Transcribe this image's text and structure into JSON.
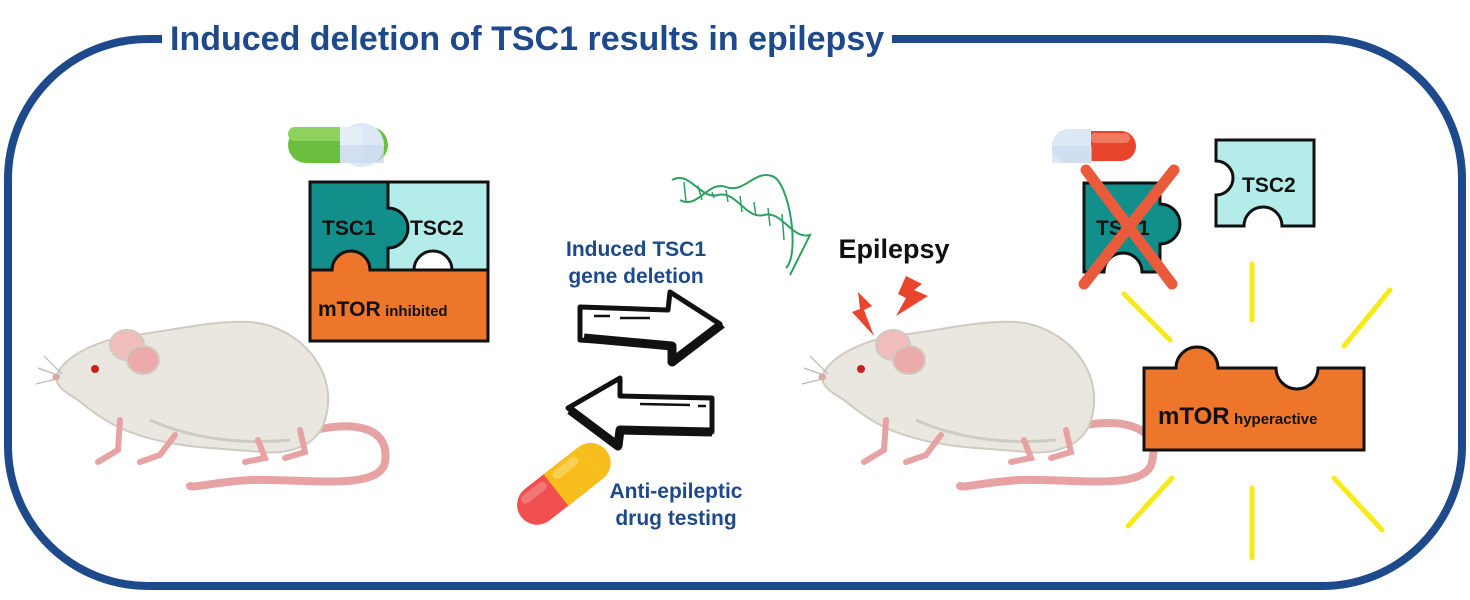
{
  "title": "Induced deletion of TSC1 results in epilepsy",
  "left_complex": {
    "tsc1": "TSC1",
    "tsc2": "TSC2",
    "mtor": "mTOR",
    "mtor_state": "inhibited"
  },
  "arrows": {
    "forward_label_line1": "Induced TSC1",
    "forward_label_line2": "gene deletion",
    "backward_label_line1": "Anti-epileptic",
    "backward_label_line2": "drug testing"
  },
  "epilepsy_label": "Epilepsy",
  "right_complex": {
    "tsc1": "TSC1",
    "tsc2": "TSC2",
    "mtor": "mTOR",
    "mtor_state": "hyperactive"
  },
  "colors": {
    "frame": "#1e4a8c",
    "tsc1": "#138f8b",
    "tsc2": "#b4ecea",
    "mtor": "#ee762a",
    "cross": "#ea5b3c",
    "glow": "#f6ea1b",
    "lightning": "#e8452c"
  },
  "icons": [
    "mouse-icon",
    "dna-icon",
    "pill-icon",
    "capsule-icon",
    "lightning-icon",
    "cross-icon"
  ]
}
